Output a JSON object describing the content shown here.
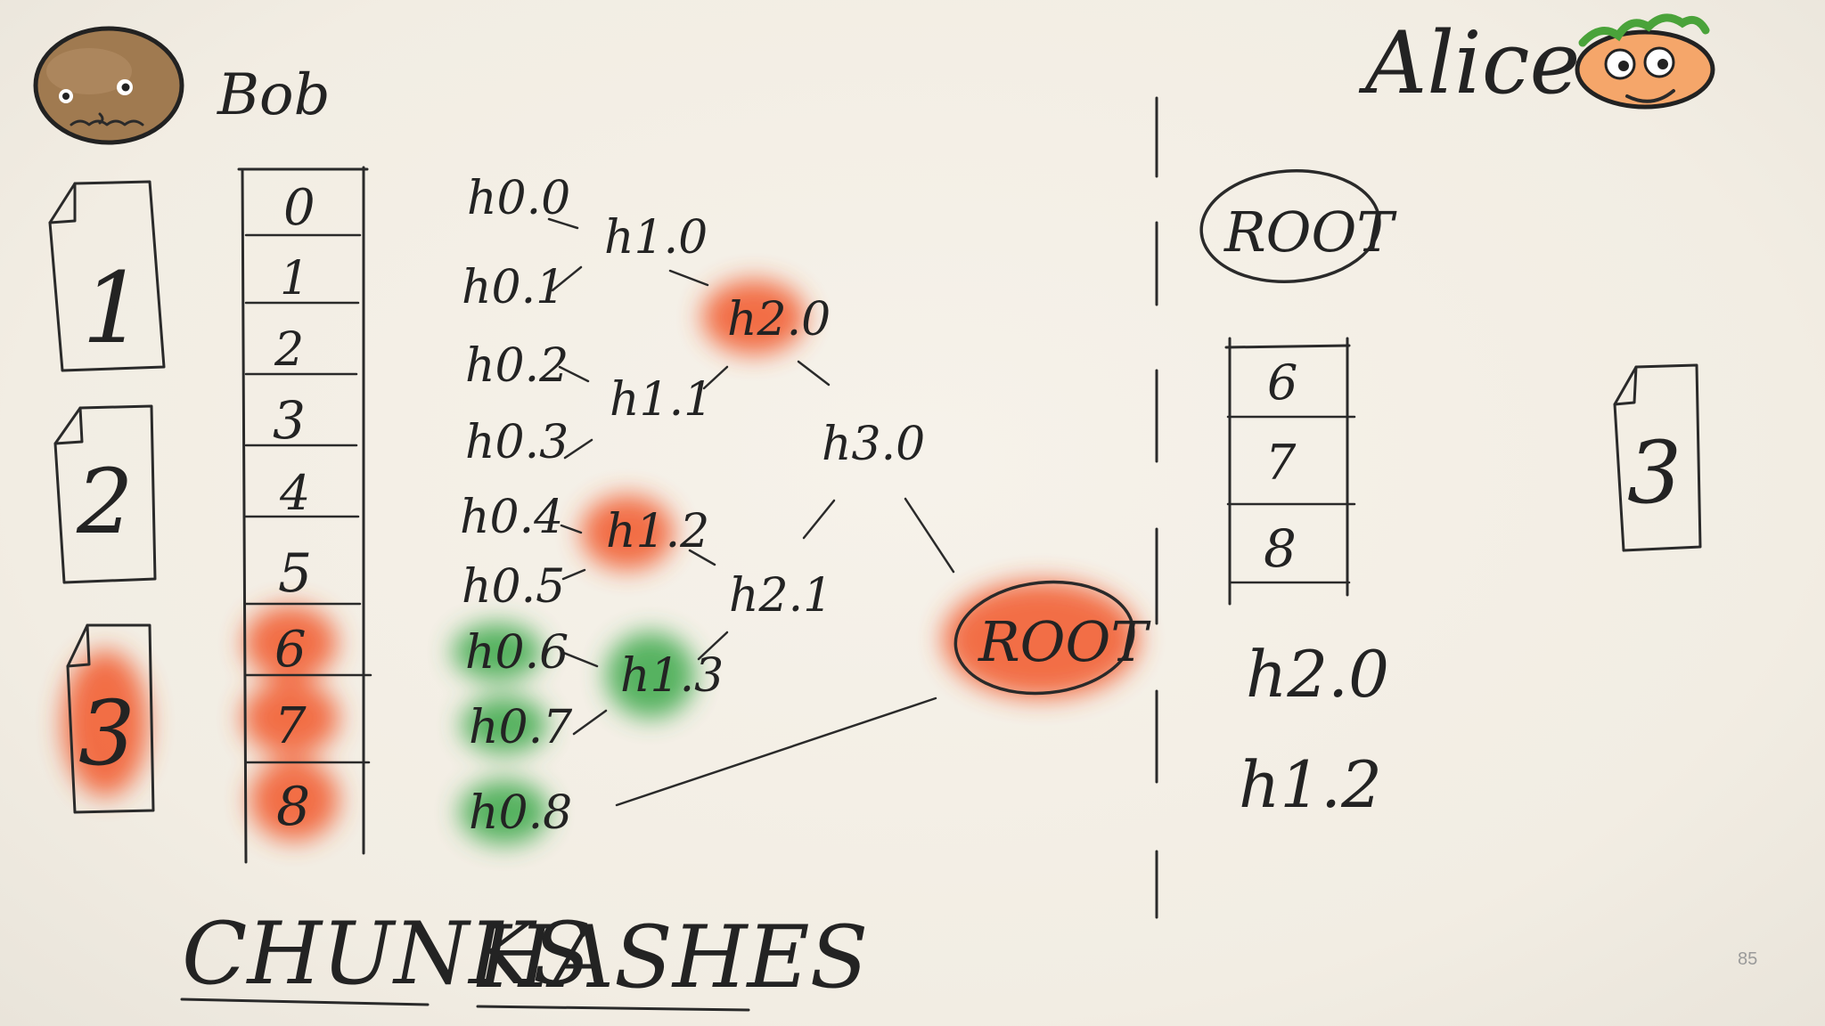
{
  "people": {
    "bob": {
      "name": "Bob"
    },
    "alice": {
      "name": "Alice"
    }
  },
  "colors": {
    "ink": "#2a2a2a",
    "red_highlight": "#f2592b",
    "green_highlight": "#3aa84a",
    "background": "#f4efe6"
  },
  "bob_files": [
    {
      "label": "1",
      "highlight": "none"
    },
    {
      "label": "2",
      "highlight": "none"
    },
    {
      "label": "3",
      "highlight": "red"
    }
  ],
  "chunks": [
    {
      "label": "0",
      "highlight": "none"
    },
    {
      "label": "1",
      "highlight": "none"
    },
    {
      "label": "2",
      "highlight": "none"
    },
    {
      "label": "3",
      "highlight": "none"
    },
    {
      "label": "4",
      "highlight": "none"
    },
    {
      "label": "5",
      "highlight": "none"
    },
    {
      "label": "6",
      "highlight": "red"
    },
    {
      "label": "7",
      "highlight": "red"
    },
    {
      "label": "8",
      "highlight": "red"
    }
  ],
  "hashes": {
    "level0": [
      {
        "label": "h0.0",
        "highlight": "none"
      },
      {
        "label": "h0.1",
        "highlight": "none"
      },
      {
        "label": "h0.2",
        "highlight": "none"
      },
      {
        "label": "h0.3",
        "highlight": "none"
      },
      {
        "label": "h0.4",
        "highlight": "none"
      },
      {
        "label": "h0.5",
        "highlight": "none"
      },
      {
        "label": "h0.6",
        "highlight": "green"
      },
      {
        "label": "h0.7",
        "highlight": "green"
      },
      {
        "label": "h0.8",
        "highlight": "green"
      }
    ],
    "level1": [
      {
        "label": "h1.0",
        "highlight": "none"
      },
      {
        "label": "h1.1",
        "highlight": "none"
      },
      {
        "label": "h1.2",
        "highlight": "red"
      },
      {
        "label": "h1.3",
        "highlight": "green"
      }
    ],
    "level2": [
      {
        "label": "h2.0",
        "highlight": "red"
      },
      {
        "label": "h2.1",
        "highlight": "none"
      }
    ],
    "level3": [
      {
        "label": "h3.0",
        "highlight": "none"
      }
    ],
    "root": {
      "label": "ROOT",
      "highlight": "red"
    }
  },
  "alice": {
    "root_label": "ROOT",
    "received_chunks": [
      "6",
      "7",
      "8"
    ],
    "received_hashes": [
      "h2.0",
      "h1.2"
    ],
    "file": {
      "label": "3"
    }
  },
  "section_labels": {
    "chunks": "CHUNKS",
    "hashes": "HASHES"
  },
  "page_number": "85"
}
